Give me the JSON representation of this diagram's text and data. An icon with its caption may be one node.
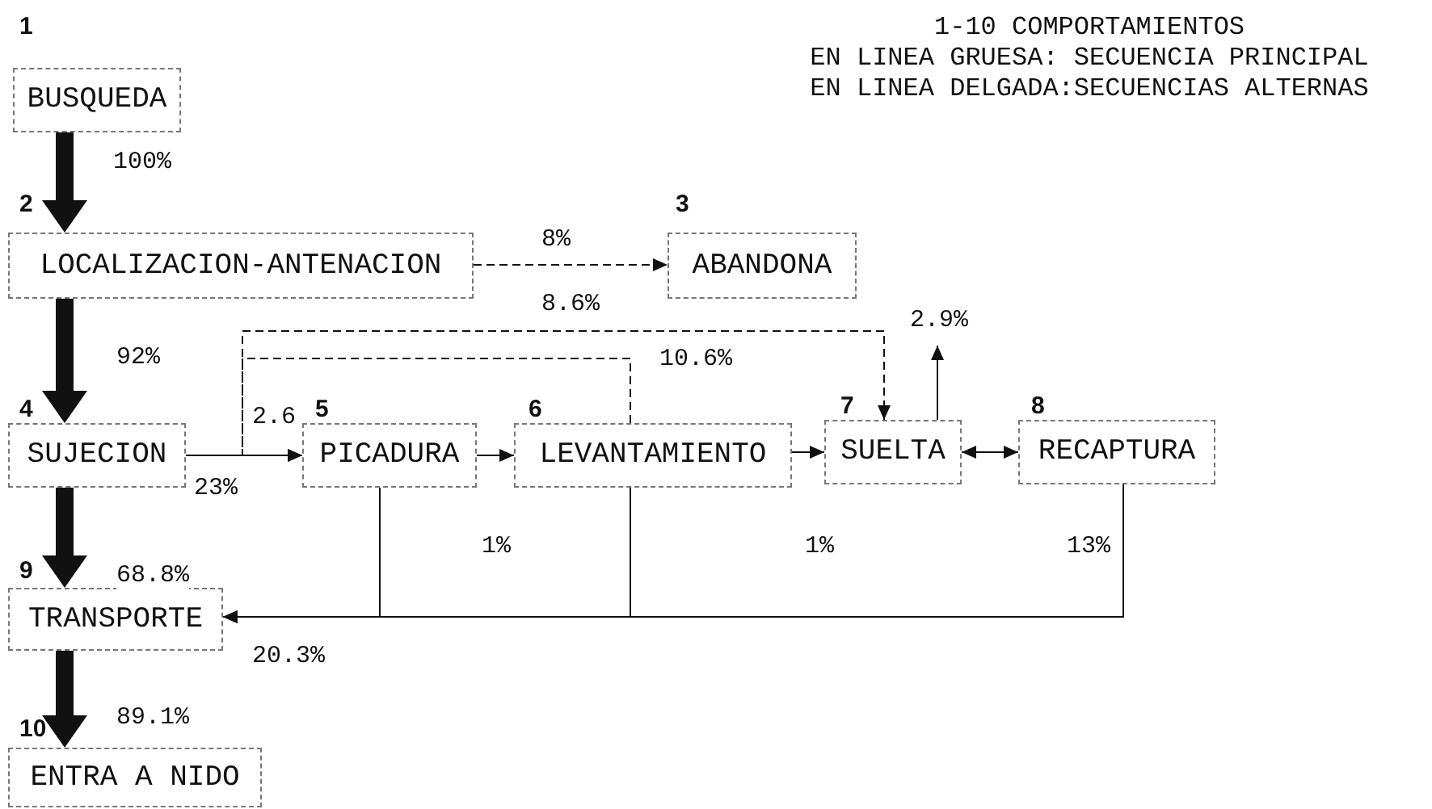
{
  "diagram": {
    "nodes": [
      {
        "text": [
          "BUSQUEDA"
        ],
        "beside": [
          "1"
        ]
      },
      {
        "text": [
          "LOCALIZACION-ANTENACION"
        ],
        "beside": [
          "2"
        ]
      },
      {
        "text": [
          "ABANDONA"
        ],
        "beside": [
          "3"
        ]
      },
      {
        "text": [
          "SUJECION"
        ],
        "beside": [
          "4"
        ]
      },
      {
        "text": [
          "PICADURA"
        ],
        "beside": [
          "5"
        ]
      },
      {
        "text": [
          "LEVANTAMIENTO"
        ],
        "beside": [
          "6"
        ]
      },
      {
        "text": [
          "SUELTA"
        ],
        "beside": [
          "7"
        ]
      },
      {
        "text": [
          "RECAPTURA"
        ],
        "beside": [
          "8"
        ]
      },
      {
        "text": [
          "TRANSPORTE"
        ],
        "beside": [
          "9"
        ]
      },
      {
        "text": [
          "ENTRA A NIDO"
        ],
        "beside": [
          "10"
        ]
      }
    ],
    "edges": [
      {
        "from": 0,
        "to": 1,
        "arrow": "to",
        "label": "100%",
        "style": "thick"
      },
      {
        "from": 1,
        "to": 3,
        "arrow": "to",
        "label": "92%",
        "style": "thick"
      },
      {
        "from": 1,
        "to": 2,
        "arrow": "to",
        "label": "8%",
        "style": "dashed"
      },
      {
        "from": 3,
        "to": 4,
        "arrow": "to",
        "label": "23%"
      },
      {
        "from": 3,
        "to": 6,
        "arrow": "to",
        "style": "dashed"
      },
      {
        "from": 5,
        "to": 4,
        "arrow": "to",
        "label": "10.6%",
        "style": "dashed"
      },
      {
        "from": 4,
        "to": 5,
        "arrow": "to",
        "label": "1%"
      },
      {
        "from": 5,
        "to": 6,
        "arrow": "to",
        "label": "1%"
      },
      {
        "from": 6,
        "to": 7,
        "arrow": "both"
      },
      {
        "from": 6,
        "to": null,
        "arrow": "to",
        "label": "2.9%"
      },
      {
        "from": 3,
        "to": 8,
        "arrow": "to",
        "label": "68.8%",
        "style": "thick"
      },
      {
        "from": 4,
        "to": 8,
        "arrow": "to",
        "label": "20.3%"
      },
      {
        "from": 5,
        "to": 8,
        "arrow": "to"
      },
      {
        "from": 7,
        "to": 8,
        "arrow": "to",
        "label": "13%"
      },
      {
        "from": 8,
        "to": 9,
        "arrow": "to",
        "label": "89.1%",
        "style": "thick"
      }
    ],
    "labels": [
      "1-10 COMPORTAMIENTOS",
      "EN LINEA GRUESA: SECUENCIA PRINCIPAL",
      "EN LINEA DELGADA:SECUENCIAS ALTERNAS",
      "8.6%",
      "2.6"
    ]
  }
}
